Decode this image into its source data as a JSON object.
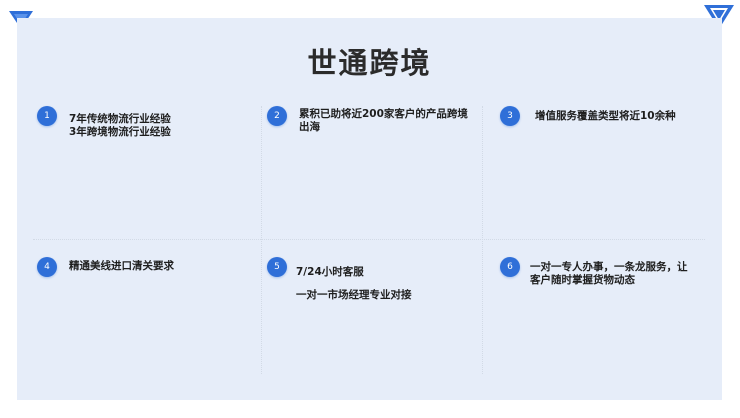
{
  "title": "世通跨境",
  "colors": {
    "accent": "#2f6fd8",
    "background": "#e6edf9",
    "title": "#2b2b2b"
  },
  "items": [
    {
      "number": "1",
      "lines": [
        "7年传统物流行业经验",
        "3年跨境物流行业经验"
      ]
    },
    {
      "number": "2",
      "lines": [
        "累积已助将近200家客户的产品跨境",
        "出海"
      ]
    },
    {
      "number": "3",
      "lines": [
        "增值服务覆盖类型将近10余种"
      ]
    },
    {
      "number": "4",
      "lines": [
        "精通美线进口清关要求"
      ]
    },
    {
      "number": "5",
      "lines": [
        "7/24小时客服",
        "一对一市场经理专业对接"
      ]
    },
    {
      "number": "6",
      "lines": [
        "一对一专人办事，一条龙服务，让",
        "客户随时掌握货物动态"
      ]
    }
  ]
}
